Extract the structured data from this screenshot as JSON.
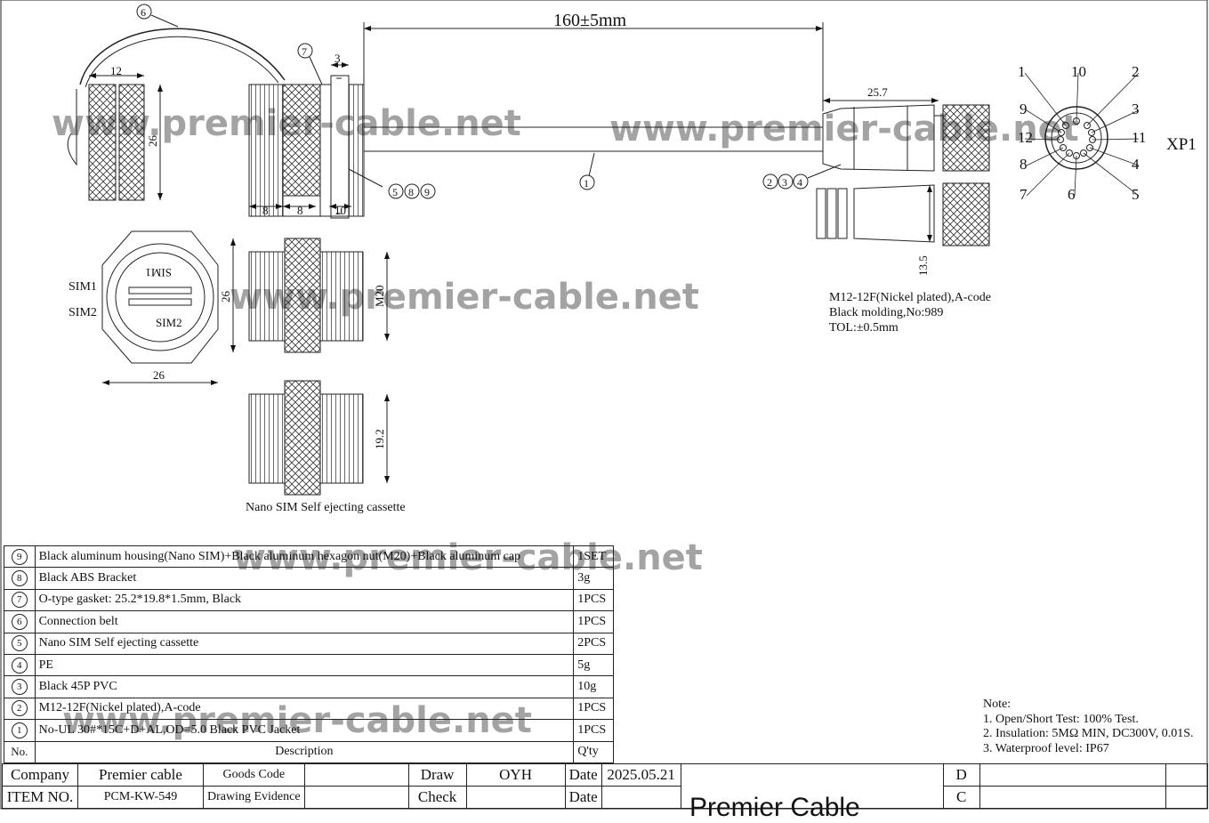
{
  "drawing": {
    "overall_length": "160±5mm",
    "connector_label": "XP1",
    "connector_desc": [
      "M12-12F(Nickel plated),A-code",
      "Black molding,No:989",
      "TOL:±0.5mm"
    ],
    "cassette_caption": "Nano SIM Self ejecting cassette",
    "sim_labels": {
      "sim1": "SIM1",
      "sim2": "SIM2",
      "face1": "SIM1",
      "face2": "SIM2"
    },
    "dims": {
      "d12": "12",
      "d26a": "26",
      "d3": "3",
      "d8a": "8",
      "d8b": "8",
      "d10": "10",
      "d25_7": "25.7",
      "d13_5": "13.5",
      "d26b": "26",
      "d26c": "26",
      "m20": "M20",
      "d19_2": "19.2"
    },
    "callouts": {
      "c6": "6",
      "c7": "7",
      "c1": "1",
      "c589": [
        "5",
        "8",
        "9"
      ],
      "c234": [
        "2",
        "3",
        "4"
      ]
    },
    "pins": [
      "1",
      "10",
      "2",
      "9",
      "3",
      "12",
      "11",
      "8",
      "4",
      "7",
      "6",
      "5"
    ],
    "watermark": "www.premier-cable.net"
  },
  "bom": {
    "rows": [
      {
        "no": "9",
        "desc": "Black aluminum housing(Nano SIM)+Black aluminum hexagon nut(M20)+Black aluminum cap",
        "qty": "1SET"
      },
      {
        "no": "8",
        "desc": "Black ABS Bracket",
        "qty": "3g"
      },
      {
        "no": "7",
        "desc": "O-type gasket: 25.2*19.8*1.5mm, Black",
        "qty": "1PCS"
      },
      {
        "no": "6",
        "desc": "Connection belt",
        "qty": "1PCS"
      },
      {
        "no": "5",
        "desc": "Nano SIM Self ejecting cassette",
        "qty": "2PCS"
      },
      {
        "no": "4",
        "desc": "PE",
        "qty": "5g"
      },
      {
        "no": "3",
        "desc": "Black 45P PVC",
        "qty": "10g"
      },
      {
        "no": "2",
        "desc": "M12-12F(Nickel plated),A-code",
        "qty": "1PCS"
      },
      {
        "no": "1",
        "desc": "No-UL 30#*15C+D+AL,OD=5.0 Black PVC Jacket",
        "qty": "1PCS"
      }
    ],
    "header": {
      "no": "No.",
      "desc": "Description",
      "qty": "Q'ty"
    }
  },
  "notes": {
    "title": "Note:",
    "items": [
      "1. Open/Short Test: 100% Test.",
      "2. Insulation: 5MΩ  MIN, DC300V, 0.01S.",
      "3. Waterproof level: IP67"
    ]
  },
  "title_block": {
    "company_label": "Company",
    "company": "Premier cable",
    "goods_code_label": "Goods Code",
    "draw_label": "Draw",
    "draw": "OYH",
    "date_label": "Date",
    "date": "2025.05.21",
    "item_no_label": "ITEM NO.",
    "item_no": "PCM-KW-549",
    "drawing_evidence_label": "Drawing Evidence",
    "check_label": "Check",
    "date_label2": "Date",
    "rev_d": "D",
    "rev_c": "C",
    "company_big": "Premier Cable"
  }
}
